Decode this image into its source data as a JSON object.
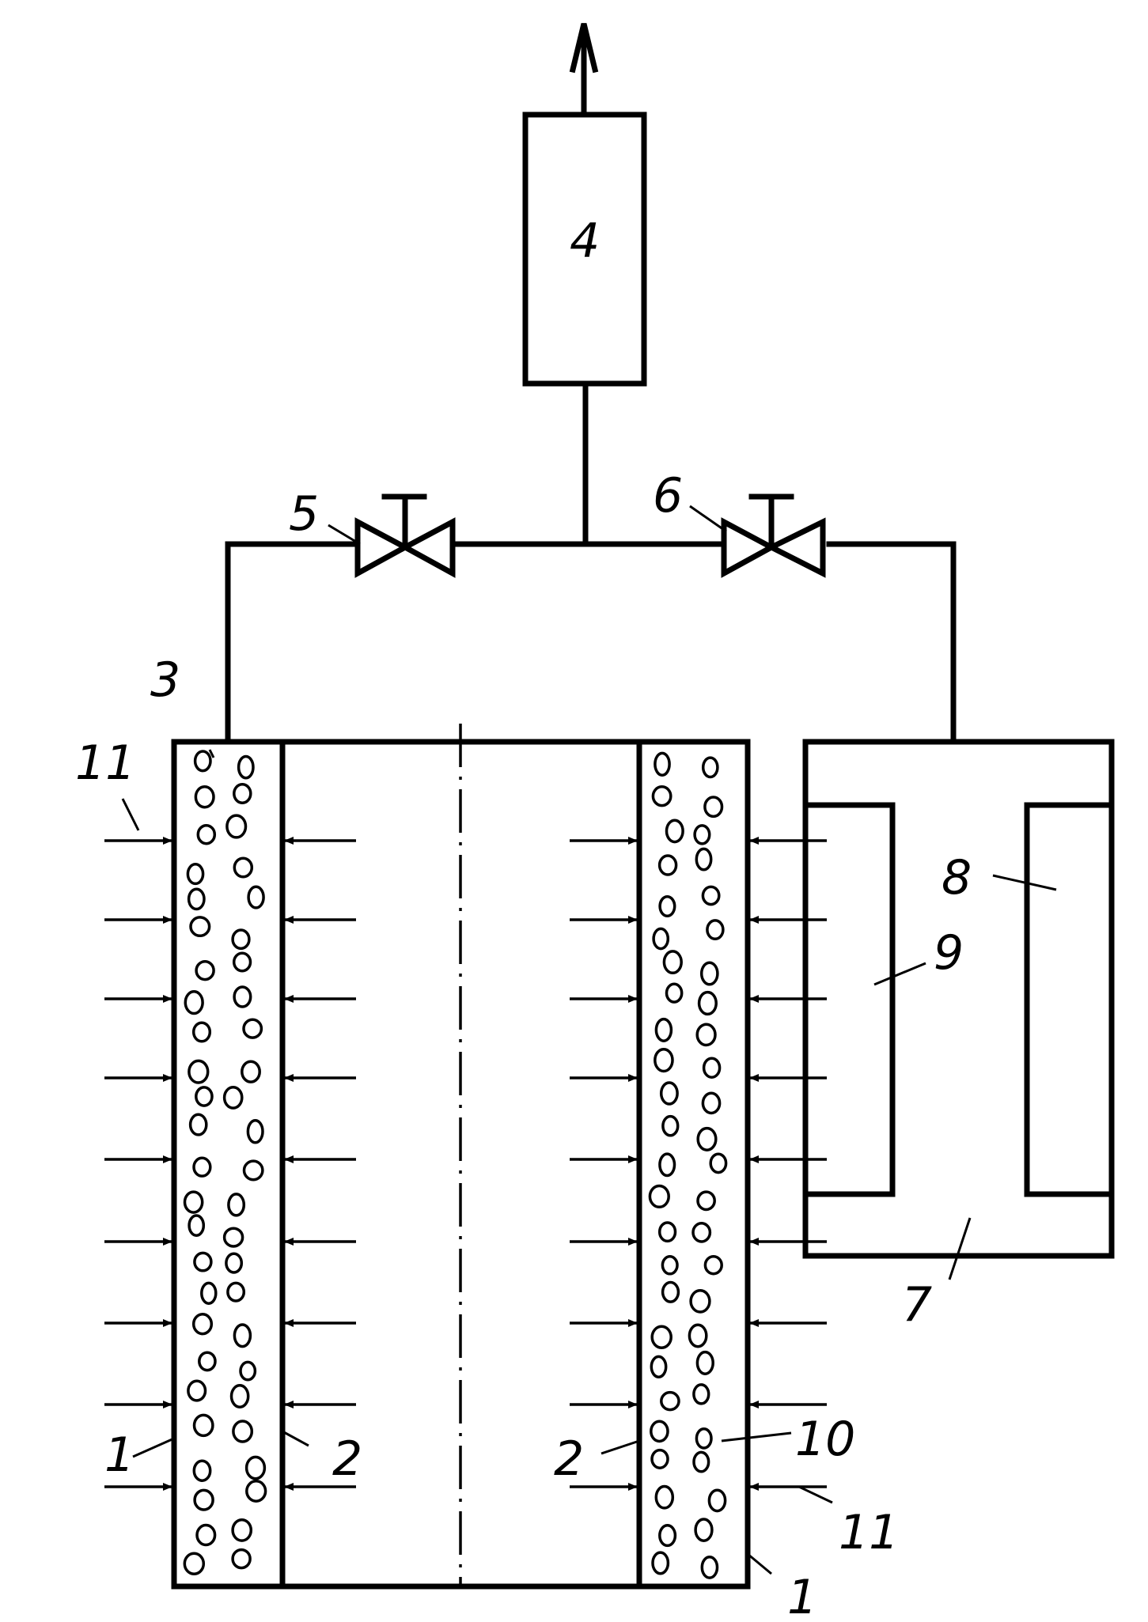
{
  "labels": {
    "l1a": "1",
    "l1b": "1",
    "l2a": "2",
    "l2b": "2",
    "l3": "3",
    "l4": "4",
    "l5": "5",
    "l6": "6",
    "l7": "7",
    "l8": "8",
    "l9": "9",
    "l10": "10",
    "l11a": "11",
    "l11b": "11"
  }
}
